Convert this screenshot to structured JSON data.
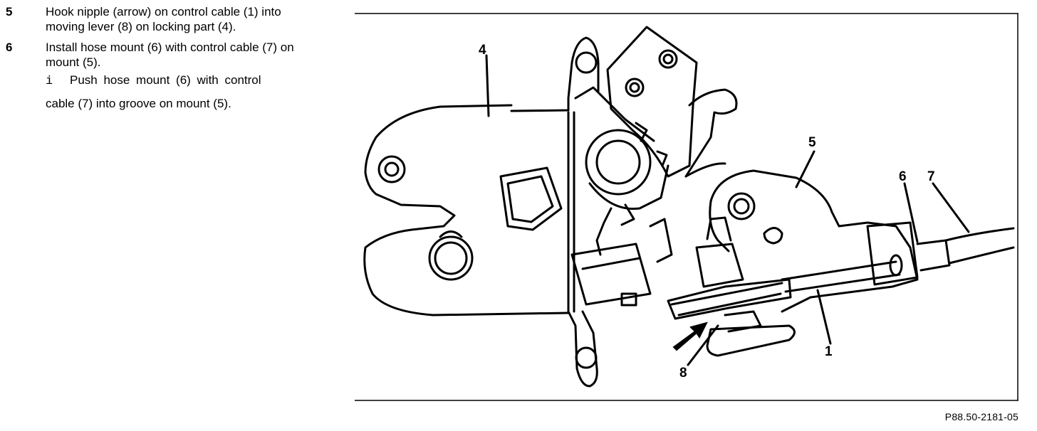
{
  "instructions": {
    "steps": [
      {
        "number": "5",
        "text": "Hook nipple (arrow) on control cable (1) into moving lever (8) on locking part (4)."
      },
      {
        "number": "6",
        "text": "Install hose mount (6) with control cable (7) on mount (5)."
      }
    ],
    "note": {
      "marker": "i",
      "line1": "Push hose mount (6) with control",
      "line2": "cable (7) into groove on mount (5)."
    }
  },
  "figure": {
    "callouts": {
      "c4": "4",
      "c5": "5",
      "c6": "6",
      "c7": "7",
      "c1": "1",
      "c8": "8"
    },
    "figure_id": "P88.50-2181-05"
  }
}
